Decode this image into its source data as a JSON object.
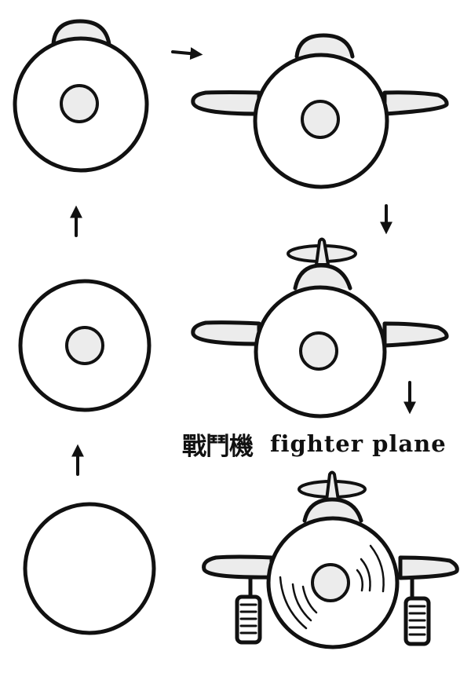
{
  "title": {
    "chinese": "戰鬥機",
    "english": "fighter plane"
  },
  "colors": {
    "stroke": "#111111",
    "fill_light": "#ececec",
    "background": "#ffffff"
  },
  "steps": [
    {
      "index": 1,
      "description": "Draw a large circle"
    },
    {
      "index": 2,
      "description": "Add a small inner circle (nose)"
    },
    {
      "index": 3,
      "description": "Add a dome (cockpit) on top"
    },
    {
      "index": 4,
      "description": "Add wings on both sides"
    },
    {
      "index": 5,
      "description": "Add propeller above the cockpit"
    },
    {
      "index": 6,
      "description": "Add landing wheels and spin lines"
    }
  ],
  "arrows": [
    {
      "from": 1,
      "to": 2,
      "direction": "up"
    },
    {
      "from": 2,
      "to": 3,
      "direction": "up"
    },
    {
      "from": 3,
      "to": 4,
      "direction": "right"
    },
    {
      "from": 4,
      "to": 5,
      "direction": "down"
    },
    {
      "from": 5,
      "to": 6,
      "direction": "down"
    }
  ]
}
